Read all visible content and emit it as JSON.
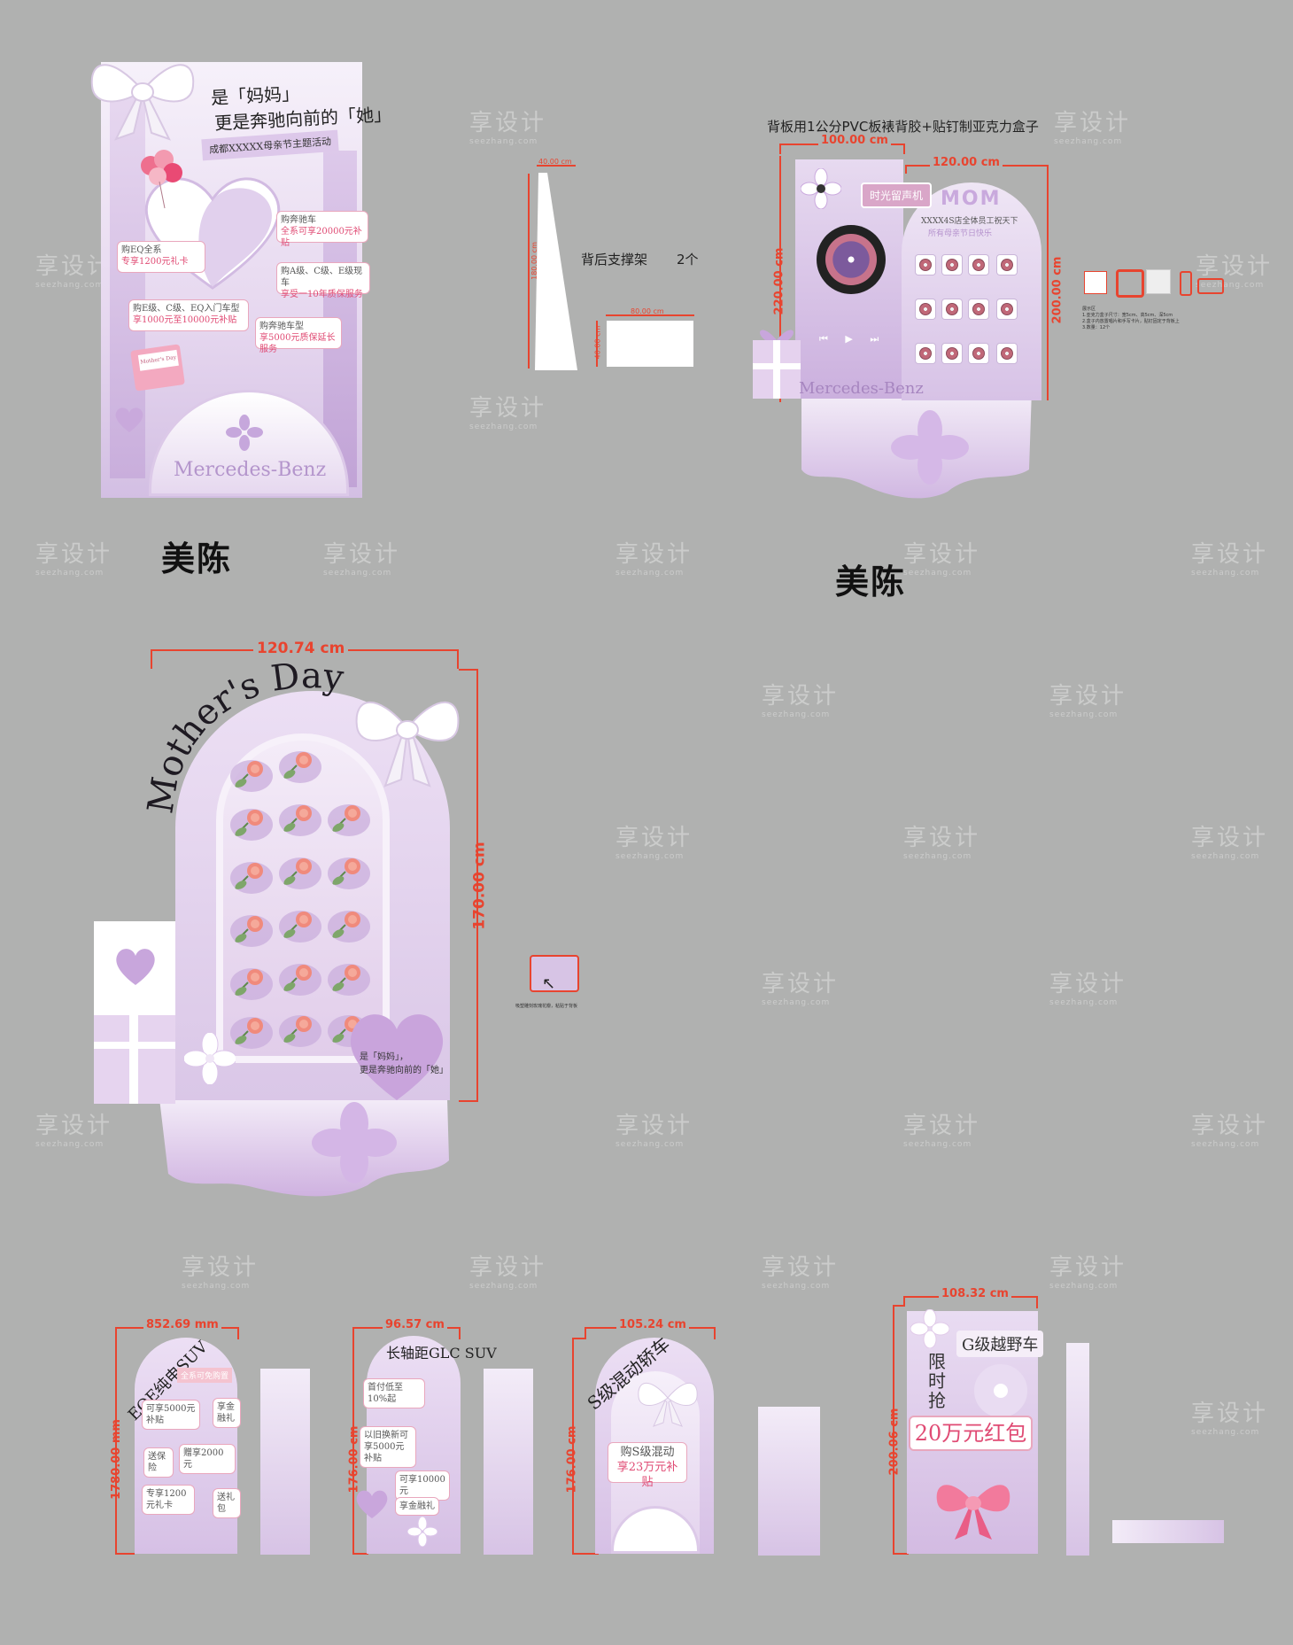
{
  "watermark": {
    "brand": "享设计",
    "site": "seezhang.com"
  },
  "section_labels": {
    "label_1": "美陈",
    "label_2": "美陈"
  },
  "panel_a": {
    "headline_1": "是「妈妈」",
    "headline_2": "更是奔驰向前的「她」",
    "subline": "成都XXXXX母亲节主题活动",
    "tag_1_pre": "购奔驰车",
    "tag_1_main": "全系可享20000元补贴",
    "tag_2_pre": "购EQ全系",
    "tag_2_main": "专享1200元礼卡",
    "tag_3_pre": "购A级、C级、E级现车",
    "tag_3_main": "享受一10年质保服务",
    "tag_4_pre": "购E级、C级、EQ入门车型",
    "tag_4_main": "享1000元至10000元补贴",
    "tag_5_pre": "购奔驰车型",
    "tag_5_main": "享5000元质保延长服务",
    "envelope_text": "Mother's Day",
    "brand": "Mercedes-Benz"
  },
  "support": {
    "dim_top": "40.00 cm",
    "dim_height": "180.00 cm",
    "label": "背后支撑架",
    "count": "2个",
    "dim_box_w": "80.00 cm",
    "dim_box_h": "40.00 cm"
  },
  "panel_b": {
    "header": "背板用1公分PVC板裱背胶+贴钉制亚克力盒子",
    "dim_w1": "100.00 cm",
    "dim_w2": "120.00 cm",
    "dim_h1": "220.00 cm",
    "dim_h2": "200.00 cm",
    "badge": "时光留声机",
    "mom": "MOM",
    "line": "XXXX4S店全体员工祝天下",
    "line_2": "所有母亲节日快乐",
    "brand": "Mercedes-Benz",
    "notes_1": "展示区",
    "notes_2": "1.亚克力盒子尺寸：宽5cm、高5cm、深5cm",
    "notes_3": "2.盒子内放置唱片和手写卡片，贴钉固定于背板上",
    "notes_4": "3.数量：12个"
  },
  "panel_c": {
    "title": "Mother's Day",
    "dim_w": "120.74 cm",
    "dim_h": "170.00 cm",
    "quote_1": "是「妈妈」，",
    "quote_2": "更是奔驰向前的「她」",
    "note": "吸塑雕刻玫瑰花瓣，粘贴于背板"
  },
  "small_panels": [
    {
      "dim_w": "852.69 mm",
      "dim_h": "1780.00 mm",
      "title": "EQE纯电SUV",
      "badge": "全系可免购置",
      "tags": [
        "可享5000元补贴",
        "赠享2000元",
        "送保险",
        "享金融礼",
        "专享1200元礼卡",
        "送礼包"
      ]
    },
    {
      "dim_w": "96.57 cm",
      "dim_h": "176.00 cm",
      "title": "长轴距GLC SUV",
      "tags": [
        "首付低至10%起",
        "以旧换新可享5000元补贴",
        "可享10000元",
        "享金融礼"
      ]
    },
    {
      "dim_w": "105.24 cm",
      "dim_h": "176.00 cm",
      "title": "S级混动轿车",
      "tags": [
        "购S级混动",
        "享23万元补贴"
      ]
    },
    {
      "dim_w": "108.32 cm",
      "dim_h": "200.06 cm",
      "title": "G级越野车",
      "vertical": "限时抢",
      "red_packet": "20万元红包"
    }
  ]
}
